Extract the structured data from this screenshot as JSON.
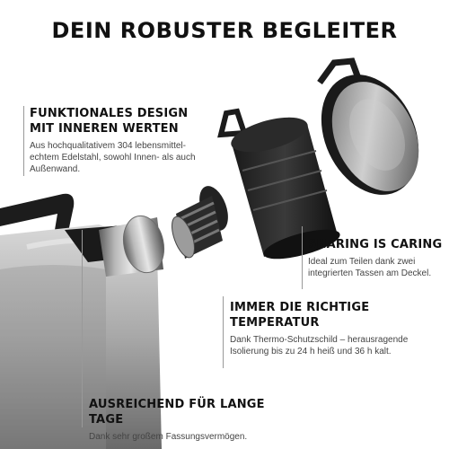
{
  "title": "DEIN ROBUSTER BEGLEITER",
  "features": [
    {
      "heading_line1": "FUNKTIONALES DESIGN",
      "heading_line2": "MIT INNEREN WERTEN",
      "text_line1": "Aus hochqualitativem 304 lebensmittel-",
      "text_line2": "echtem Edelstahl, sowohl Innen- als auch",
      "text_line3": "Außenwand."
    },
    {
      "heading": "SHARING IS CARING",
      "text_line1": "Ideal zum Teilen dank zwei",
      "text_line2": "integrierten Tassen am Deckel."
    },
    {
      "heading": "IMMER DIE RICHTIGE TEMPERATUR",
      "text_line1": "Dank Thermo-Schutzschild – herausragende",
      "text_line2": "Isolierung bis zu 24 h heiß und 36 h kalt."
    },
    {
      "heading": "AUSREICHEND FÜR LANGE TAGE",
      "text_line1": "Dank sehr großem Fassungsvermögen."
    }
  ]
}
